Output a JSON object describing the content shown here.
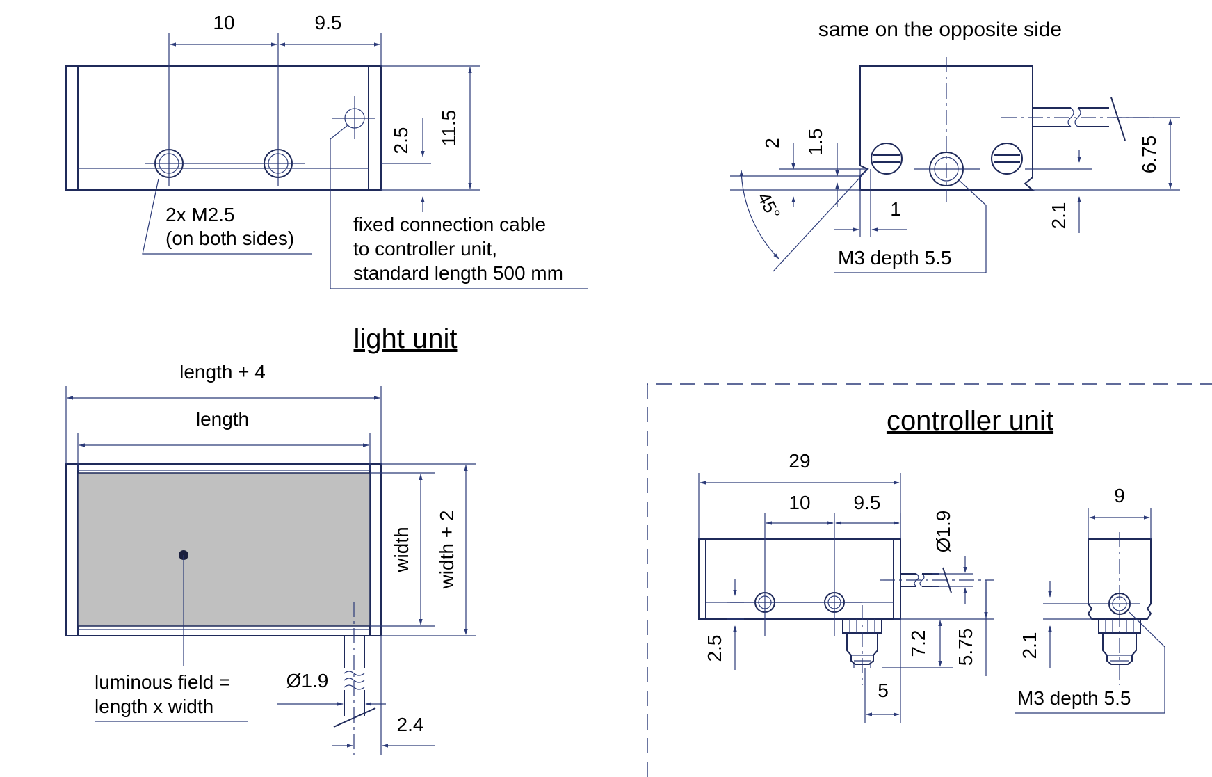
{
  "labels": {
    "top_left": {
      "dim_10": "10",
      "dim_9_5": "9.5",
      "dim_11_5": "11.5",
      "dim_2_5": "2.5",
      "thread_line1": "2x M2.5",
      "thread_line2": "(on both sides)",
      "cable_line1": "fixed connection cable",
      "cable_line2": "to controller unit,",
      "cable_line3": "standard length 500 mm"
    },
    "top_right": {
      "note": "same on the opposite side",
      "dim_2": "2",
      "dim_1_5": "1.5",
      "dim_45": "45°",
      "dim_1": "1",
      "dim_6_75": "6.75",
      "dim_2_1": "2.1",
      "thread": "M3 depth 5.5"
    },
    "light_unit": {
      "title": "light unit",
      "dim_length_plus_4": "length + 4",
      "dim_length": "length",
      "dim_width": "width",
      "dim_width_plus_2": "width + 2",
      "field_line1": "luminous field =",
      "field_line2": "length x width",
      "dim_dia": "Ø1.9",
      "dim_2_4": "2.4"
    },
    "controller_unit": {
      "title": "controller unit",
      "dim_29": "29",
      "dim_10": "10",
      "dim_9_5": "9.5",
      "dim_dia": "Ø1.9",
      "dim_2_5": "2.5",
      "dim_7_2": "7.2",
      "dim_5_75": "5.75",
      "dim_5": "5",
      "dim_9": "9",
      "dim_2_1": "2.1",
      "thread": "M3 depth 5.5"
    }
  },
  "colors": {
    "line": "#1f2a5a",
    "luminous_field": "#c0c0c0"
  },
  "icons": [
    "screw-slot-icon",
    "threaded-hole-icon",
    "cable-break-icon",
    "connector-icon"
  ]
}
